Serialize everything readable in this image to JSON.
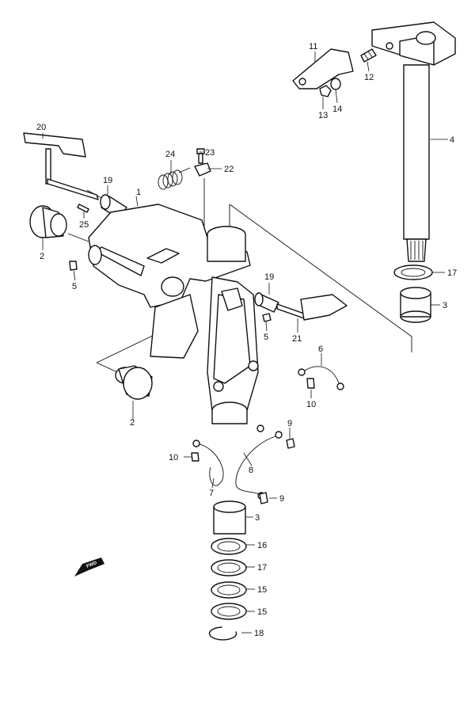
{
  "callouts": [
    {
      "id": "c1",
      "number": "1"
    },
    {
      "id": "c2a",
      "number": "2"
    },
    {
      "id": "c2b",
      "number": "2"
    },
    {
      "id": "c3a",
      "number": "3"
    },
    {
      "id": "c3b",
      "number": "3"
    },
    {
      "id": "c4",
      "number": "4"
    },
    {
      "id": "c5a",
      "number": "5"
    },
    {
      "id": "c5b",
      "number": "5"
    },
    {
      "id": "c6",
      "number": "6"
    },
    {
      "id": "c7",
      "number": "7"
    },
    {
      "id": "c8",
      "number": "8"
    },
    {
      "id": "c9a",
      "number": "9"
    },
    {
      "id": "c9b",
      "number": "9"
    },
    {
      "id": "c10a",
      "number": "10"
    },
    {
      "id": "c10b",
      "number": "10"
    },
    {
      "id": "c11",
      "number": "11"
    },
    {
      "id": "c12",
      "number": "12"
    },
    {
      "id": "c13",
      "number": "13"
    },
    {
      "id": "c14",
      "number": "14"
    },
    {
      "id": "c15a",
      "number": "15"
    },
    {
      "id": "c15b",
      "number": "15"
    },
    {
      "id": "c16",
      "number": "16"
    },
    {
      "id": "c17a",
      "number": "17"
    },
    {
      "id": "c17b",
      "number": "17"
    },
    {
      "id": "c18",
      "number": "18"
    },
    {
      "id": "c19a",
      "number": "19"
    },
    {
      "id": "c19b",
      "number": "19"
    },
    {
      "id": "c20",
      "number": "20"
    },
    {
      "id": "c21",
      "number": "21"
    },
    {
      "id": "c22",
      "number": "22"
    },
    {
      "id": "c23",
      "number": "23"
    },
    {
      "id": "c24",
      "number": "24"
    },
    {
      "id": "c25",
      "number": "25"
    }
  ],
  "direction_badge": {
    "label": "FWD",
    "icon": "forward-arrow-icon"
  },
  "colors": {
    "line": "#111111",
    "background": "#ffffff"
  }
}
